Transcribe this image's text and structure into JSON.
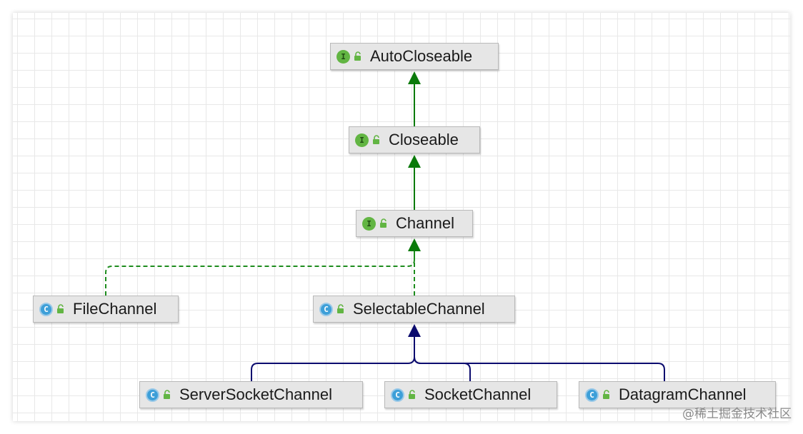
{
  "colors": {
    "interface_inheritance": "#0a7a0a",
    "implementation": "#1d8c1d",
    "class_inheritance": "#0b0b6e",
    "interface_badge": "#62b543",
    "class_badge": "#3d9fd8",
    "node_fill": "#e6e6e6"
  },
  "nodes": [
    {
      "id": "autocloseable",
      "label": "AutoCloseable",
      "badge": "I",
      "kind": "interface",
      "icon": "unlocked-padlock-icon"
    },
    {
      "id": "closeable",
      "label": "Closeable",
      "badge": "I",
      "kind": "interface",
      "icon": "unlocked-padlock-icon"
    },
    {
      "id": "channel",
      "label": "Channel",
      "badge": "I",
      "kind": "interface",
      "icon": "unlocked-padlock-icon"
    },
    {
      "id": "filechannel",
      "label": "FileChannel",
      "badge": "C",
      "kind": "class",
      "icon": "unlocked-padlock-icon"
    },
    {
      "id": "selectablechannel",
      "label": "SelectableChannel",
      "badge": "C",
      "kind": "class",
      "icon": "unlocked-padlock-icon"
    },
    {
      "id": "serversocketchannel",
      "label": "ServerSocketChannel",
      "badge": "C",
      "kind": "class",
      "icon": "unlocked-padlock-icon"
    },
    {
      "id": "socketchannel",
      "label": "SocketChannel",
      "badge": "C",
      "kind": "class",
      "icon": "unlocked-padlock-icon"
    },
    {
      "id": "datagramchannel",
      "label": "DatagramChannel",
      "badge": "C",
      "kind": "class",
      "icon": "unlocked-padlock-icon"
    }
  ],
  "edges": [
    {
      "from": "closeable",
      "to": "autocloseable",
      "type": "extends-interface"
    },
    {
      "from": "channel",
      "to": "closeable",
      "type": "extends-interface"
    },
    {
      "from": "filechannel",
      "to": "channel",
      "type": "implements"
    },
    {
      "from": "selectablechannel",
      "to": "channel",
      "type": "implements"
    },
    {
      "from": "serversocketchannel",
      "to": "selectablechannel",
      "type": "extends-class"
    },
    {
      "from": "socketchannel",
      "to": "selectablechannel",
      "type": "extends-class"
    },
    {
      "from": "datagramchannel",
      "to": "selectablechannel",
      "type": "extends-class"
    }
  ],
  "watermark": "@稀土掘金技术社区"
}
